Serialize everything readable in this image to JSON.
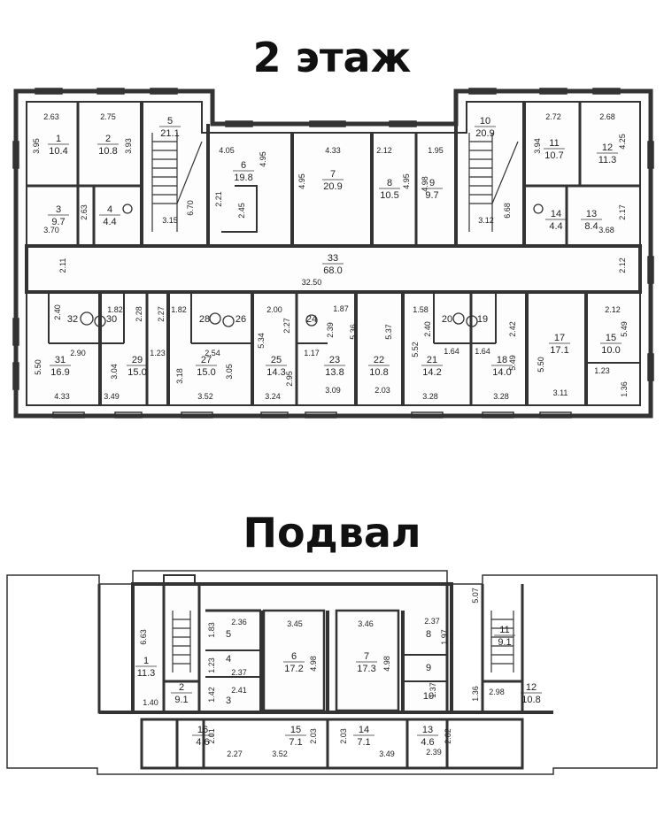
{
  "floor2": {
    "title": "2 этаж",
    "rooms": [
      {
        "no": "1",
        "area": "10.4"
      },
      {
        "no": "2",
        "area": "10.8"
      },
      {
        "no": "3",
        "area": "9.7"
      },
      {
        "no": "4",
        "area": "4.4"
      },
      {
        "no": "5",
        "area": "21.1"
      },
      {
        "no": "6",
        "area": "19.8"
      },
      {
        "no": "7",
        "area": "20.9"
      },
      {
        "no": "8",
        "area": "10.5"
      },
      {
        "no": "9",
        "area": "9.7"
      },
      {
        "no": "10",
        "area": "20.9"
      },
      {
        "no": "11",
        "area": "10.7"
      },
      {
        "no": "12",
        "area": "11.3"
      },
      {
        "no": "13",
        "area": "8.4"
      },
      {
        "no": "14",
        "area": "4.4"
      },
      {
        "no": "15",
        "area": "10.0"
      },
      {
        "no": "17",
        "area": "17.1"
      },
      {
        "no": "18",
        "area": "14.0"
      },
      {
        "no": "19",
        "area": ""
      },
      {
        "no": "20",
        "area": ""
      },
      {
        "no": "21",
        "area": "14.2"
      },
      {
        "no": "22",
        "area": "10.8"
      },
      {
        "no": "23",
        "area": "13.8"
      },
      {
        "no": "24",
        "area": ""
      },
      {
        "no": "25",
        "area": "14.3"
      },
      {
        "no": "26",
        "area": ""
      },
      {
        "no": "27",
        "area": "15.0"
      },
      {
        "no": "28",
        "area": ""
      },
      {
        "no": "29",
        "area": "15.0"
      },
      {
        "no": "30",
        "area": ""
      },
      {
        "no": "31",
        "area": "16.9"
      },
      {
        "no": "32",
        "area": ""
      },
      {
        "no": "33",
        "area": "68.0"
      }
    ],
    "dims": [
      "2.63",
      "2.75",
      "3.95",
      "3.93",
      "3.70",
      "2.63",
      "3.15",
      "6.70",
      "4.05",
      "4.95",
      "2.21",
      "2.45",
      "4.33",
      "4.95",
      "2.12",
      "1.95",
      "4.95",
      "4.98",
      "3.12",
      "6.68",
      "2.72",
      "2.68",
      "3.94",
      "4.25",
      "3.68",
      "2.17",
      "2.11",
      "32.50",
      "2.12",
      "2.40",
      "1.82",
      "1.82",
      "2.28",
      "2.27",
      "2.00",
      "1.87",
      "1.58",
      "2.12",
      "2.90",
      "1.23",
      "2.54",
      "5.50",
      "3.04",
      "3.18",
      "3.05",
      "5.34",
      "2.27",
      "1.17",
      "2.39",
      "5.36",
      "5.37",
      "5.52",
      "2.40",
      "1.64",
      "1.64",
      "2.42",
      "5.49",
      "5.50",
      "1.23",
      "5.49",
      "1.36",
      "2.95",
      "4.33",
      "3.49",
      "3.52",
      "3.24",
      "3.09",
      "2.03",
      "3.28",
      "3.28",
      "3.11"
    ]
  },
  "basement": {
    "title": "Подвал",
    "rooms": [
      {
        "no": "1",
        "area": "11.3"
      },
      {
        "no": "2",
        "area": "9.1"
      },
      {
        "no": "3",
        "area": ""
      },
      {
        "no": "4",
        "area": ""
      },
      {
        "no": "5",
        "area": ""
      },
      {
        "no": "6",
        "area": "17.2"
      },
      {
        "no": "7",
        "area": "17.3"
      },
      {
        "no": "8",
        "area": ""
      },
      {
        "no": "9",
        "area": ""
      },
      {
        "no": "10",
        "area": ""
      },
      {
        "no": "11",
        "area": "9.1"
      },
      {
        "no": "12",
        "area": "10.8"
      },
      {
        "no": "13",
        "area": "4.6"
      },
      {
        "no": "14",
        "area": "7.1"
      },
      {
        "no": "15",
        "area": "7.1"
      },
      {
        "no": "16",
        "area": "4.6"
      }
    ],
    "dims": [
      "6.63",
      "1.40",
      "1.83",
      "2.36",
      "1.23",
      "2.37",
      "1.42",
      "2.41",
      "3.45",
      "4.98",
      "3.46",
      "4.98",
      "2.37",
      "1.97",
      "1.37",
      "1.36",
      "2.98",
      "5.07",
      "2.01",
      "2.27",
      "3.52",
      "2.03",
      "2.03",
      "3.49",
      "2.02",
      "2.39"
    ]
  }
}
